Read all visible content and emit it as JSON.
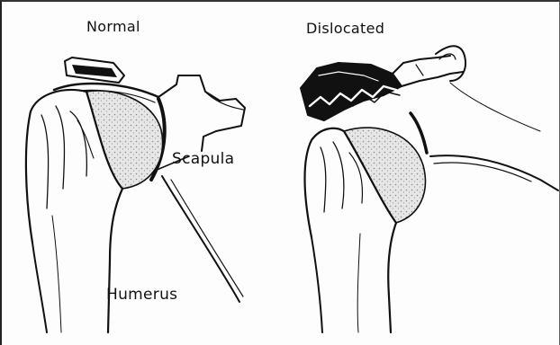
{
  "labels": {
    "normal": "Normal",
    "dislocated": "Dislocated",
    "scapula": "Scapula",
    "humerus": "Humerus"
  },
  "colors": {
    "ink": "#111111",
    "paper": "#fdfdfd",
    "shade": "#cfcfcf"
  }
}
